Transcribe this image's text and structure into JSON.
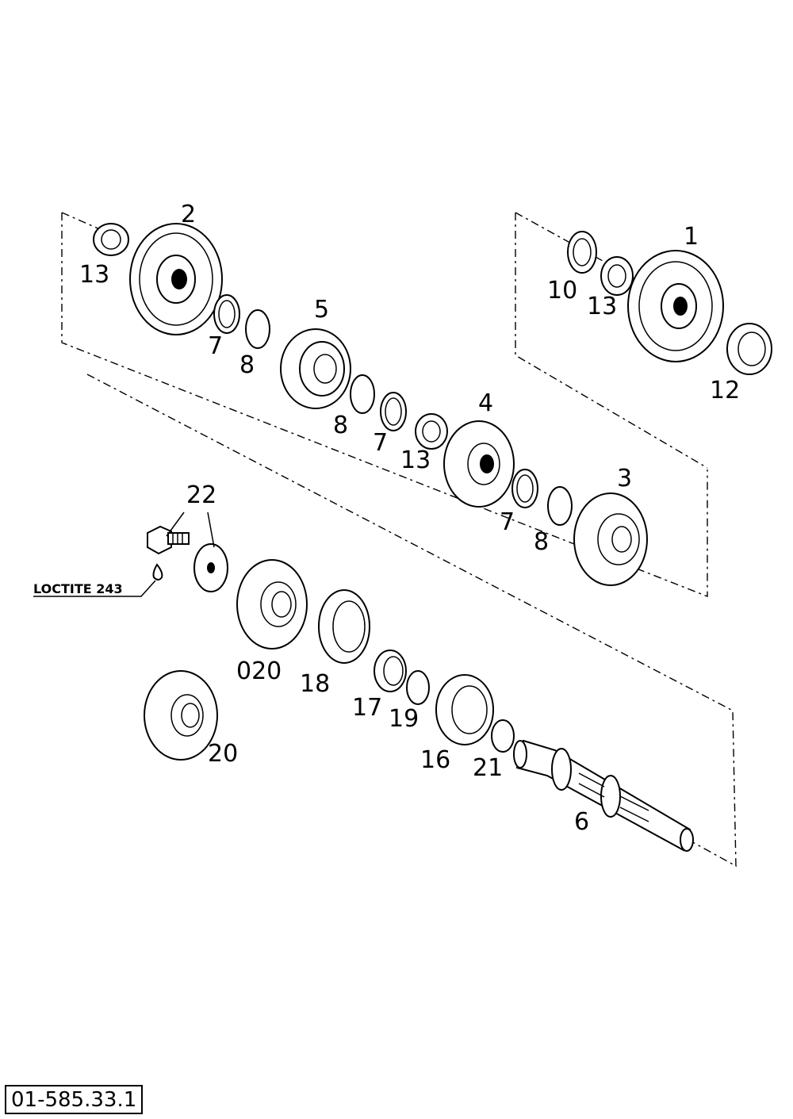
{
  "drawing_id": "01-585.33.1",
  "note": "LOCTITE 243",
  "parts": [
    {
      "key": "p1",
      "label": "1"
    },
    {
      "key": "p2",
      "label": "2"
    },
    {
      "key": "p3",
      "label": "3"
    },
    {
      "key": "p4",
      "label": "4"
    },
    {
      "key": "p5",
      "label": "5"
    },
    {
      "key": "p6",
      "label": "6"
    },
    {
      "key": "p7a",
      "label": "7"
    },
    {
      "key": "p7b",
      "label": "7"
    },
    {
      "key": "p7c",
      "label": "7"
    },
    {
      "key": "p8a",
      "label": "8"
    },
    {
      "key": "p8b",
      "label": "8"
    },
    {
      "key": "p8c",
      "label": "8"
    },
    {
      "key": "p10",
      "label": "10"
    },
    {
      "key": "p12",
      "label": "12"
    },
    {
      "key": "p13a",
      "label": "13"
    },
    {
      "key": "p13b",
      "label": "13"
    },
    {
      "key": "p13c",
      "label": "13"
    },
    {
      "key": "p16",
      "label": "16"
    },
    {
      "key": "p17",
      "label": "17"
    },
    {
      "key": "p18",
      "label": "18"
    },
    {
      "key": "p19",
      "label": "19"
    },
    {
      "key": "p20",
      "label": "20"
    },
    {
      "key": "p020",
      "label": "020"
    },
    {
      "key": "p21",
      "label": "21"
    },
    {
      "key": "p22",
      "label": "22"
    }
  ]
}
